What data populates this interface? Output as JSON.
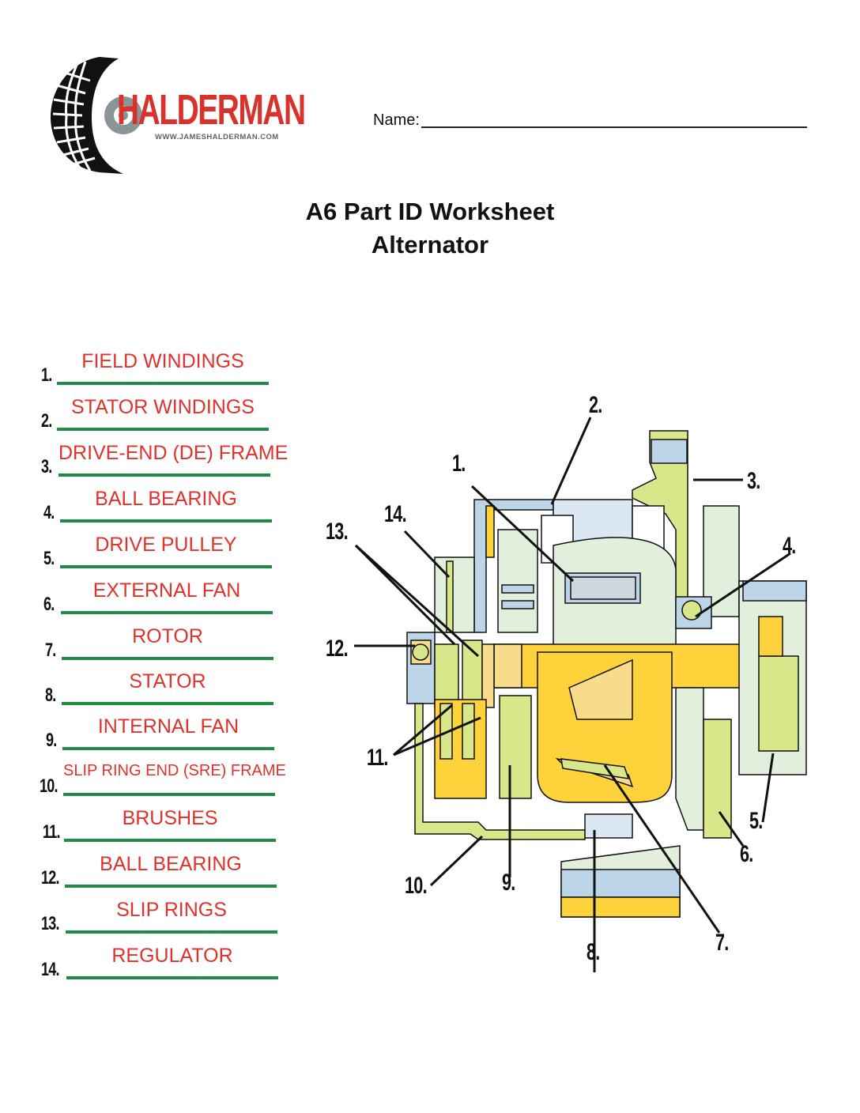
{
  "header": {
    "logo": {
      "brand": "HALDERMAN",
      "url": "WWW.JAMESHALDERMAN.COM",
      "icon": "tire-tread-icon"
    },
    "name_label": "Name:"
  },
  "title": {
    "line1": "A6 Part ID Worksheet",
    "line2": "Alternator"
  },
  "answers": [
    {
      "num": "1.",
      "text": "FIELD WINDINGS"
    },
    {
      "num": "2.",
      "text": "STATOR WINDINGS"
    },
    {
      "num": "3.",
      "text": "DRIVE-END (DE) FRAME"
    },
    {
      "num": "4.",
      "text": "BALL BEARING"
    },
    {
      "num": "5.",
      "text": "DRIVE PULLEY"
    },
    {
      "num": "6.",
      "text": "EXTERNAL FAN"
    },
    {
      "num": "7.",
      "text": "ROTOR"
    },
    {
      "num": "8.",
      "text": "STATOR"
    },
    {
      "num": "9.",
      "text": "INTERNAL FAN"
    },
    {
      "num": "10.",
      "text": "SLIP RING END (SRE) FRAME"
    },
    {
      "num": "11.",
      "text": "BRUSHES"
    },
    {
      "num": "12.",
      "text": "BALL BEARING"
    },
    {
      "num": "13.",
      "text": "SLIP RINGS"
    },
    {
      "num": "14.",
      "text": "REGULATOR"
    }
  ],
  "diagram": {
    "callouts": [
      "1.",
      "2.",
      "3.",
      "4.",
      "5.",
      "6.",
      "7.",
      "8.",
      "9.",
      "10.",
      "11.",
      "12.",
      "13.",
      "14."
    ]
  },
  "colors": {
    "answer_text": "#e0322b",
    "answer_line": "#1e8c45",
    "brand_red": "#d9322b",
    "part_yellow": "#fdd23a",
    "part_light_yellow": "#f8dc8c",
    "part_green": "#d9e68a",
    "part_light_green": "#e1efdc",
    "part_blue": "#bcd5e9"
  }
}
